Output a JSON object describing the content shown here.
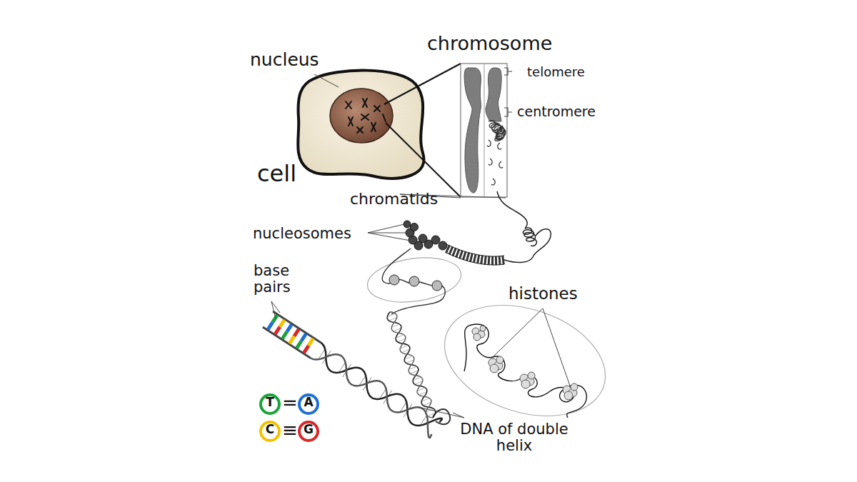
{
  "diagram": {
    "labels": [
      "chromosome",
      "nucleus",
      "telomere",
      "centromere",
      "cell",
      "chromatids",
      "nucleosomes",
      "base pairs",
      "histones",
      "T",
      "=",
      "A",
      "C",
      "≡",
      "G",
      "DNA of double helix"
    ]
  }
}
